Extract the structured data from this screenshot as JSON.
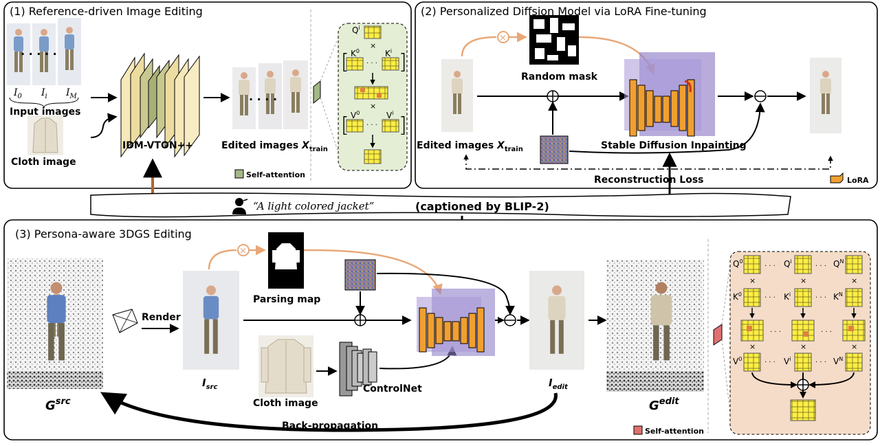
{
  "panel1": {
    "title": "(1) Reference-driven Image Editing",
    "input_images_label": "Input images",
    "idx0": "I",
    "idx0_sub": "0",
    "idxi": "I",
    "idxi_sub": "i",
    "idxm": "I",
    "idxm_sub": "M",
    "cloth_label": "Cloth image",
    "model_label": "IDM-VTON++",
    "edited_label": "Edited images",
    "x_main": "X",
    "x_sub": "train",
    "self_attention": "Self-attention",
    "q_i": "Q",
    "q_i_sup": "i",
    "k_0": "K",
    "k_0_sup": "0",
    "k_i": "K",
    "k_i_sup": "i",
    "v_0": "V",
    "v_0_sup": "0",
    "v_i": "V",
    "v_i_sup": "i"
  },
  "panel2": {
    "title": "(2) Personalized Diffsion Model via LoRA Fine-tuning",
    "random_mask": "Random mask",
    "edited_label": "Edited images",
    "x_main": "X",
    "x_sub": "train",
    "sd_label": "Stable Diffusion Inpainting",
    "loss_label": "Reconstruction Loss",
    "lora_label": "LoRA"
  },
  "caption": {
    "quote": "“A light colored jacket”",
    "source": "(captioned by BLIP-2)"
  },
  "panel3": {
    "title": "(3) Persona-aware 3DGS Editing",
    "render_label": "Render",
    "parsing_label": "Parsing map",
    "cloth_label": "Cloth image",
    "controlnet_label": "ControlNet",
    "isrc_main": "I",
    "isrc_sub": "src",
    "iedit_main": "I",
    "iedit_sub": "edit",
    "gsrc_main": "G",
    "gsrc_sup": "src",
    "gedit_main": "G",
    "gedit_sup": "edit",
    "backprop_label": "Back-propagation",
    "self_attention": "Self-attention",
    "q0": "Q",
    "q0_sup": "0",
    "qi": "Q",
    "qi_sup": "i",
    "qn": "Q",
    "qn_sup": "N",
    "k0": "K",
    "k0_sup": "0",
    "ki": "K",
    "ki_sup": "i",
    "kn": "K",
    "kn_sup": "N",
    "v0": "V",
    "v0_sup": "0",
    "vi": "V",
    "vi_sup": "i",
    "vn": "V",
    "vn_sup": "N"
  },
  "colors": {
    "unet_orange": "#f0a030",
    "lora_purple": "#9080c8",
    "grid_yellow": "#ffee44",
    "attn_green_bg": "#e4eed4",
    "attn_peach_bg": "#f5dcc8",
    "orange_arrow": "#e8a878",
    "brown_arrow": "#b5642a",
    "self_attn_green": "#a4b888",
    "self_attn_red": "#e07070"
  }
}
